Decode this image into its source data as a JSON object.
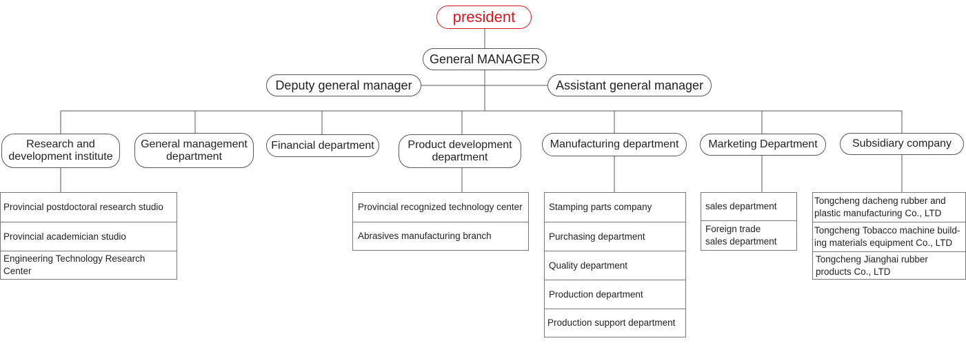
{
  "president": "president",
  "general_manager": "General MANAGER",
  "deputy": "Deputy general manager",
  "assistant": "Assistant general manager",
  "departments": [
    "Research and\ndevelopment institute",
    "General management\ndepartment",
    "Financial department",
    "Product development\ndepartment",
    "Manufacturing department",
    "Marketing Department",
    "Subsidiary company"
  ],
  "research_units": [
    "Provincial postdoctoral research studio",
    "Provincial academician studio",
    "Engineering Technology Research Center"
  ],
  "product_dev_units": [
    "Provincial recognized technology center",
    "Abrasives manufacturing branch"
  ],
  "manufacturing_units": [
    "Stamping parts company",
    "Purchasing department",
    "Quality department",
    "Production department",
    "Production support department"
  ],
  "marketing_units": [
    "sales department",
    "Foreign trade\nsales department"
  ],
  "subsidiaries": [
    "Tongcheng dacheng rubber and\nplastic manufacturing Co., LTD",
    "Tongcheng Tobacco machine build-\ning materials equipment Co., LTD",
    "Tongcheng Jianghai rubber\nproducts Co., LTD"
  ],
  "colors": {
    "accent": "#d8151e",
    "line": "#555555",
    "text": "#222222"
  }
}
